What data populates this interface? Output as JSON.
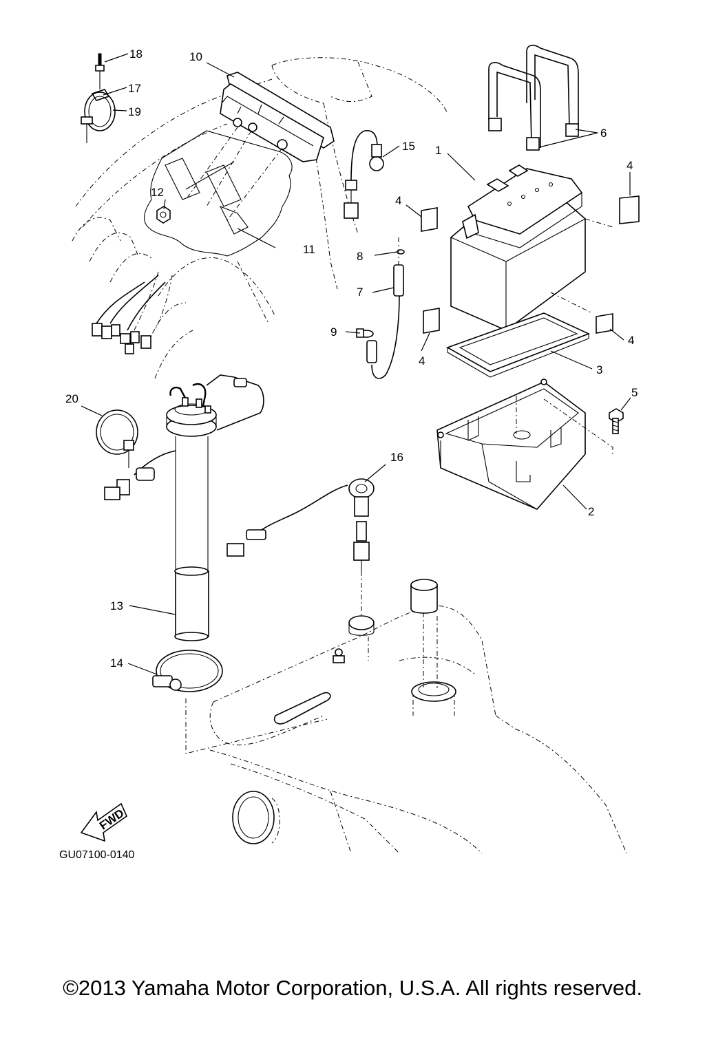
{
  "diagram": {
    "callouts": [
      {
        "id": "1",
        "label": "1"
      },
      {
        "id": "2",
        "label": "2"
      },
      {
        "id": "3",
        "label": "3"
      },
      {
        "id": "4a",
        "label": "4"
      },
      {
        "id": "4b",
        "label": "4"
      },
      {
        "id": "4c",
        "label": "4"
      },
      {
        "id": "4d",
        "label": "4"
      },
      {
        "id": "5",
        "label": "5"
      },
      {
        "id": "6",
        "label": "6"
      },
      {
        "id": "7",
        "label": "7"
      },
      {
        "id": "8",
        "label": "8"
      },
      {
        "id": "9",
        "label": "9"
      },
      {
        "id": "10",
        "label": "10"
      },
      {
        "id": "11",
        "label": "11"
      },
      {
        "id": "12",
        "label": "12"
      },
      {
        "id": "13",
        "label": "13"
      },
      {
        "id": "14",
        "label": "14"
      },
      {
        "id": "15",
        "label": "15"
      },
      {
        "id": "16",
        "label": "16"
      },
      {
        "id": "17",
        "label": "17"
      },
      {
        "id": "18",
        "label": "18"
      },
      {
        "id": "19",
        "label": "19"
      },
      {
        "id": "20",
        "label": "20"
      }
    ],
    "fwd_label": "FWD",
    "drawing_code": "GU07100-0140"
  },
  "footer": {
    "copyright": "©2013 Yamaha Motor Corporation, U.S.A. All rights reserved."
  }
}
